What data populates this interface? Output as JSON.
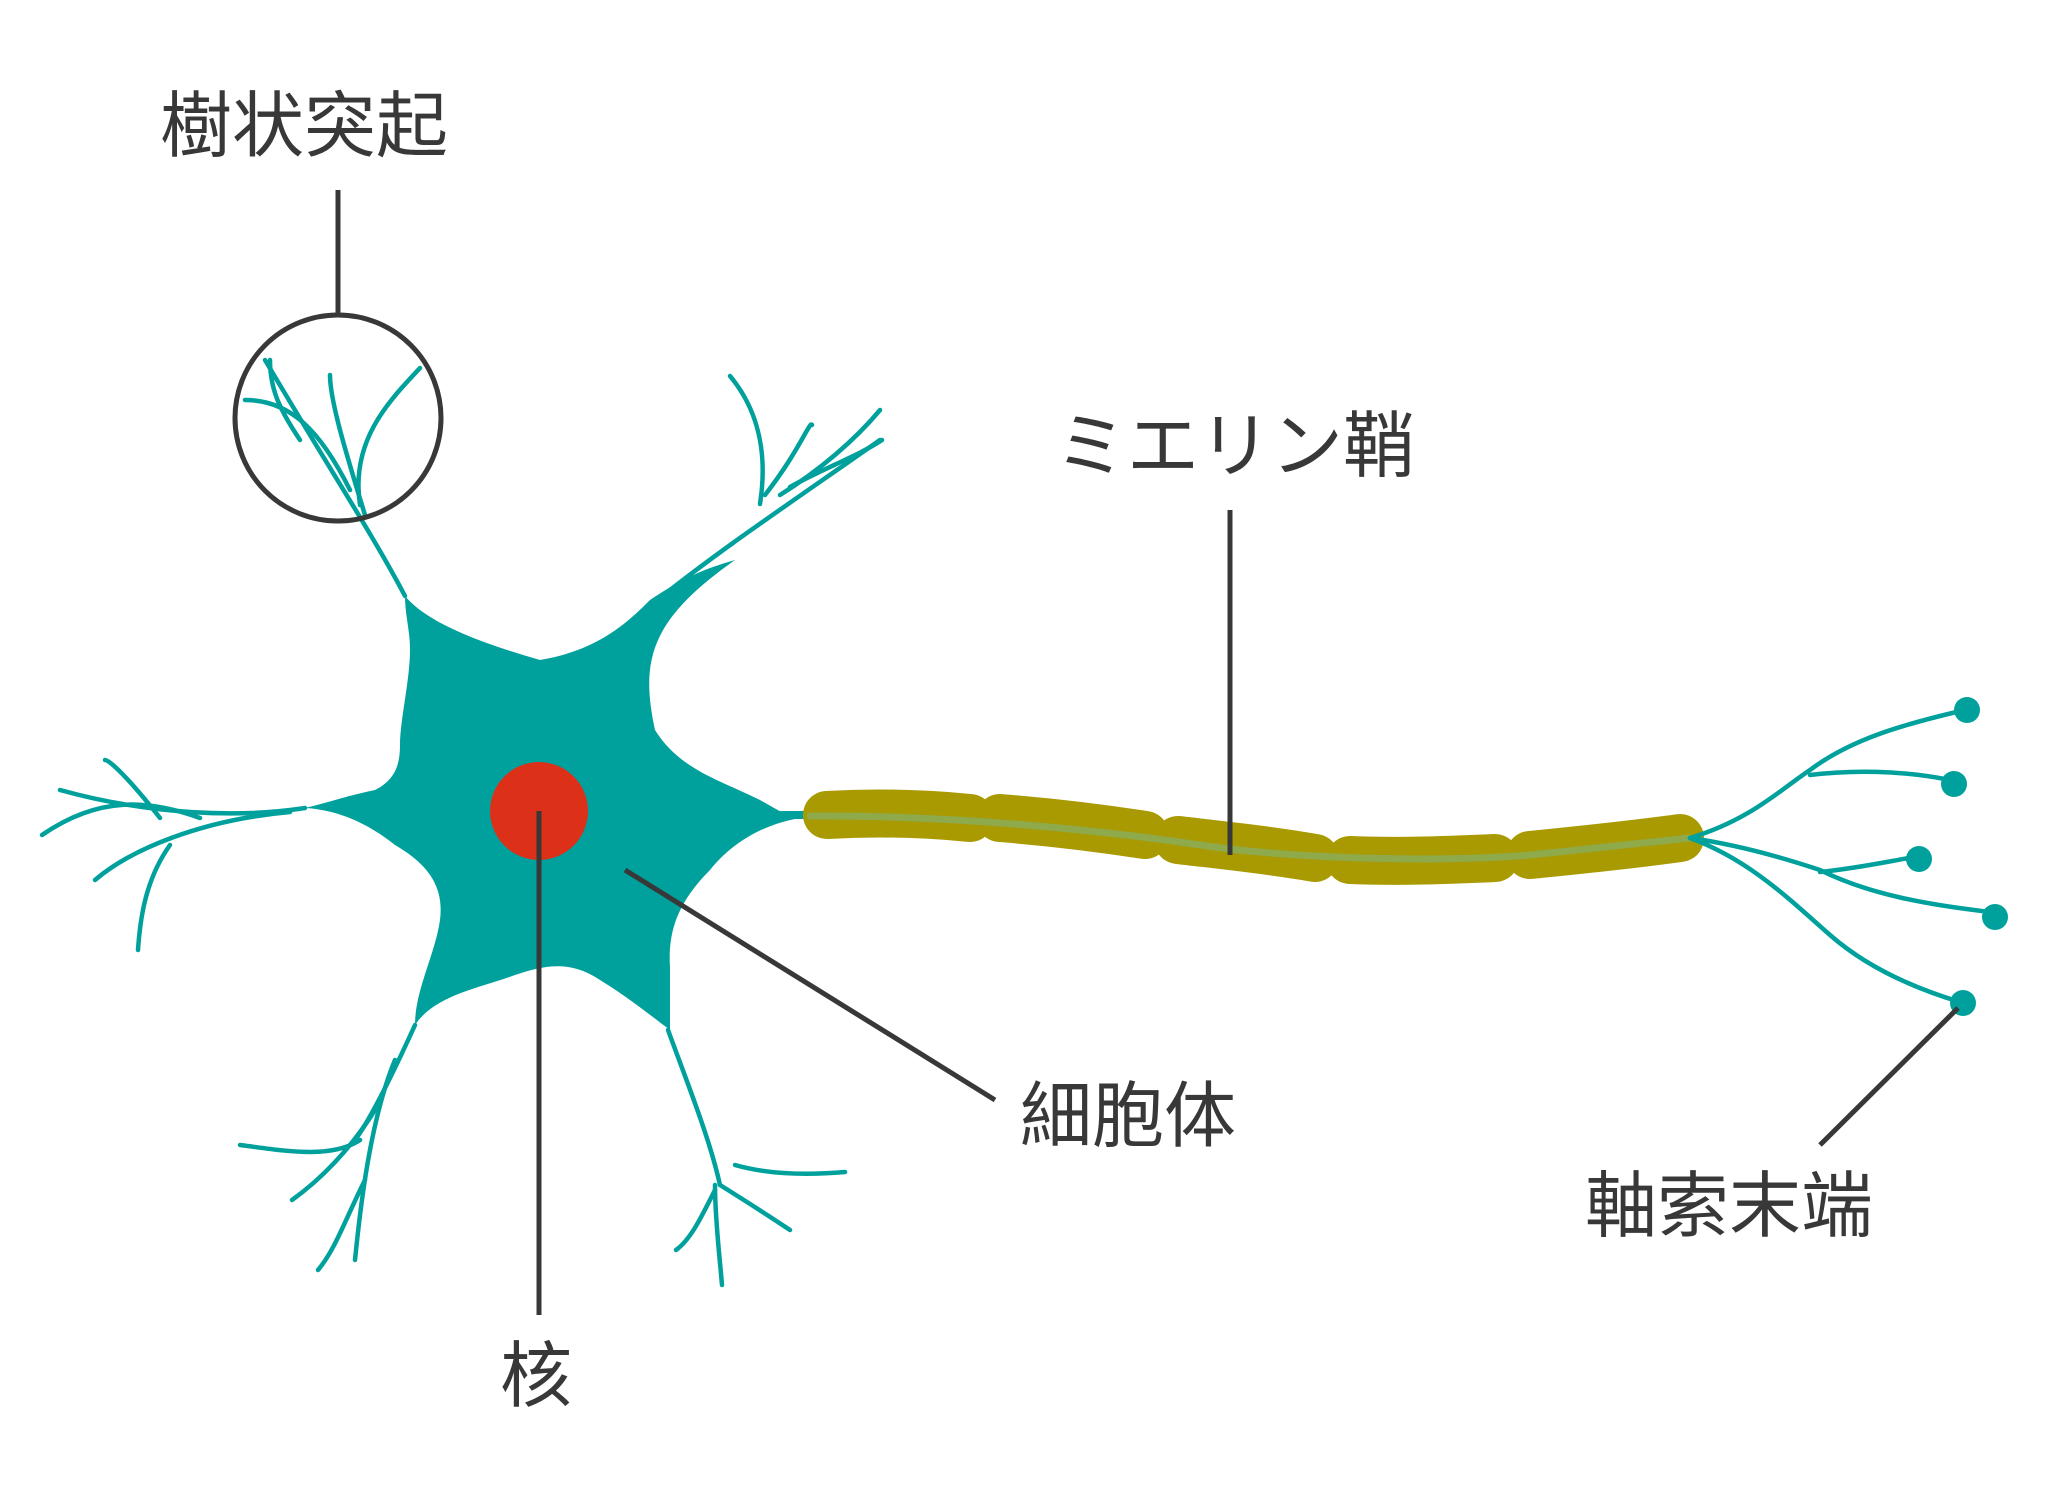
{
  "diagram": {
    "labels": {
      "dendrite": "樹状突起",
      "myelin_sheath": "ミエリン鞘",
      "cell_body": "細胞体",
      "nucleus": "核",
      "axon_terminal": "軸索末端"
    },
    "colors": {
      "neuron": "#00A19C",
      "nucleus": "#DC3019",
      "myelin": "#A89A00",
      "axon_core": "#8FAA4A",
      "leader": "#383838",
      "text": "#383838"
    }
  }
}
